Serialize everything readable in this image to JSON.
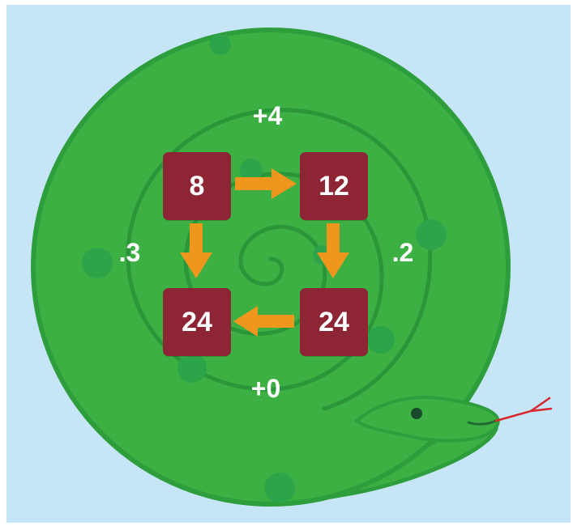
{
  "puzzle": {
    "tiles": {
      "top_left": "8",
      "top_right": "12",
      "bottom_right": "24",
      "bottom_left": "24"
    },
    "operations": {
      "top": "+4",
      "right": ".2",
      "bottom": "+0",
      "left": ".3"
    }
  },
  "colors": {
    "sky": "#c6e5f7",
    "snake_body": "#3cb043",
    "snake_outline": "#2e9e3c",
    "spots": "#2da44a",
    "tile": "#8e2535",
    "arrow": "#f0961c",
    "tongue": "#d8262c"
  },
  "icons": [
    "snake-illustration",
    "arrow-right-icon",
    "arrow-down-icon",
    "arrow-left-icon"
  ]
}
